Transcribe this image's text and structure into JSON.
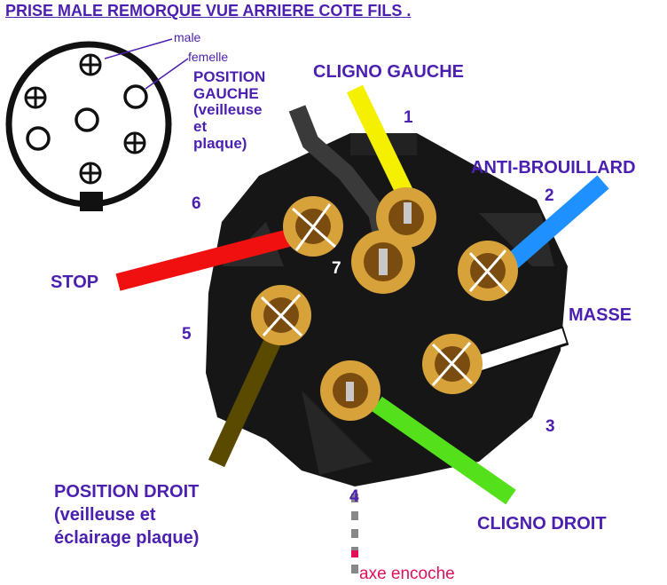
{
  "title": "PRISE MALE REMORQUE VUE ARRIERE COTE FILS .",
  "legend": {
    "male": "male",
    "femelle": "femelle"
  },
  "labels": {
    "position_gauche": [
      "POSITION",
      "GAUCHE",
      "(veilleuse",
      "et",
      "plaque)"
    ],
    "cligno_gauche": "CLIGNO GAUCHE",
    "anti_brouillard": "ANTI-BROUILLARD",
    "masse": "MASSE",
    "stop": "STOP",
    "cligno_droit": "CLIGNO DROIT",
    "position_droit": [
      "POSITION DROIT",
      "(veilleuse et",
      "éclairage plaque)"
    ],
    "axe_encoche": "axe encoche"
  },
  "pins": [
    "1",
    "2",
    "3",
    "4",
    "5",
    "6",
    "7"
  ],
  "wire_colors": {
    "cligno_gauche": "#f5f000",
    "anti_brouillard": "#1e90ff",
    "masse": "#ffffff",
    "stop": "#f01010",
    "cligno_droit": "#55e01c",
    "position_droit": "#5a4a00",
    "position_gauche": "#3a3a3a"
  }
}
